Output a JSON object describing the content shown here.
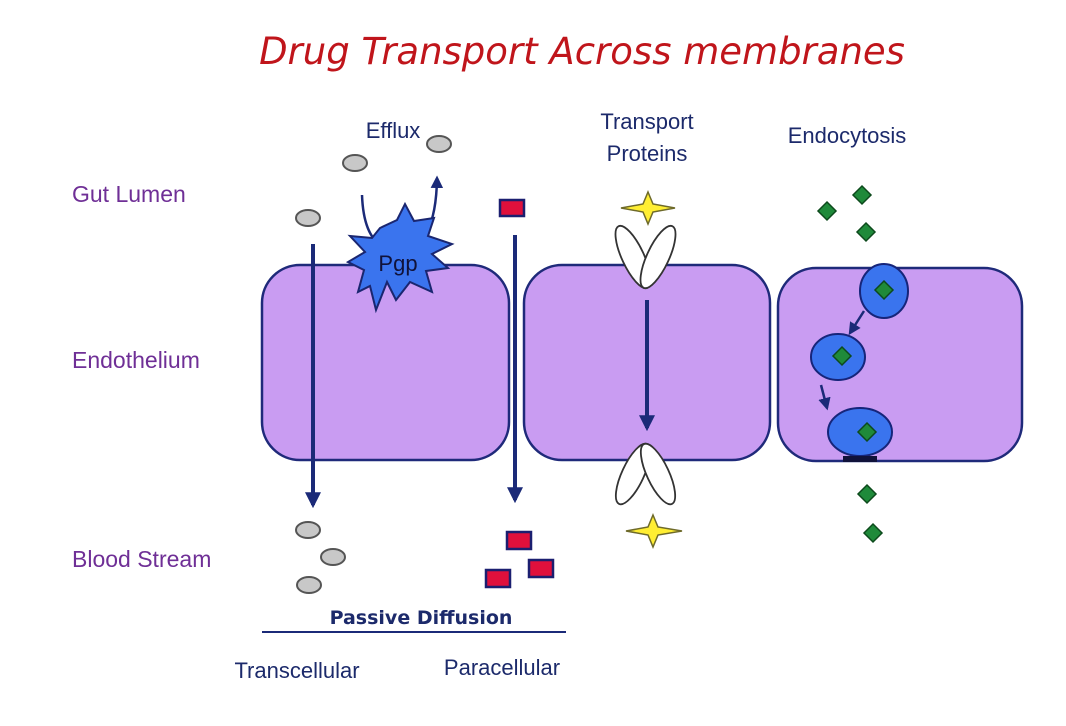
{
  "title": "Drug Transport Across membranes",
  "regions": {
    "gut_lumen": "Gut Lumen",
    "endothelium": "Endothelium",
    "blood_stream": "Blood Stream"
  },
  "labels": {
    "efflux": "Efflux",
    "transport_line1": "Transport",
    "transport_line2": "Proteins",
    "endocytosis": "Endocytosis",
    "pgp": "Pgp",
    "passive_diffusion": "Passive Diffusion",
    "transcellular": "Transcellular",
    "paracellular": "Paracellular"
  },
  "colors": {
    "title": "#c0151b",
    "region_label": "#6f2f96",
    "cell_fill": "#c99cf2",
    "cell_border": "#1f2a7a",
    "pgp_fill": "#3a74ee",
    "vesicle_fill": "#3a74ee",
    "drug_red": "#e0103c",
    "drug_grey": "#c8c8c8",
    "drug_green": "#1f8a3a",
    "transport_star": "#ffee33"
  }
}
